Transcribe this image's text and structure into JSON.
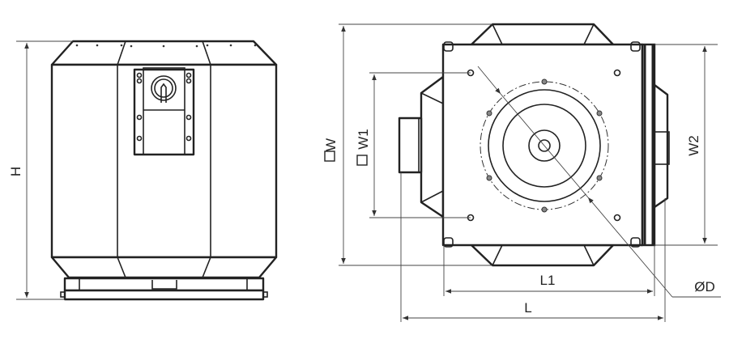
{
  "labels": {
    "height": "H",
    "width": "W",
    "width1": "W1",
    "width2": "W2",
    "length1": "L1",
    "length": "L",
    "diameter": "ØD"
  }
}
